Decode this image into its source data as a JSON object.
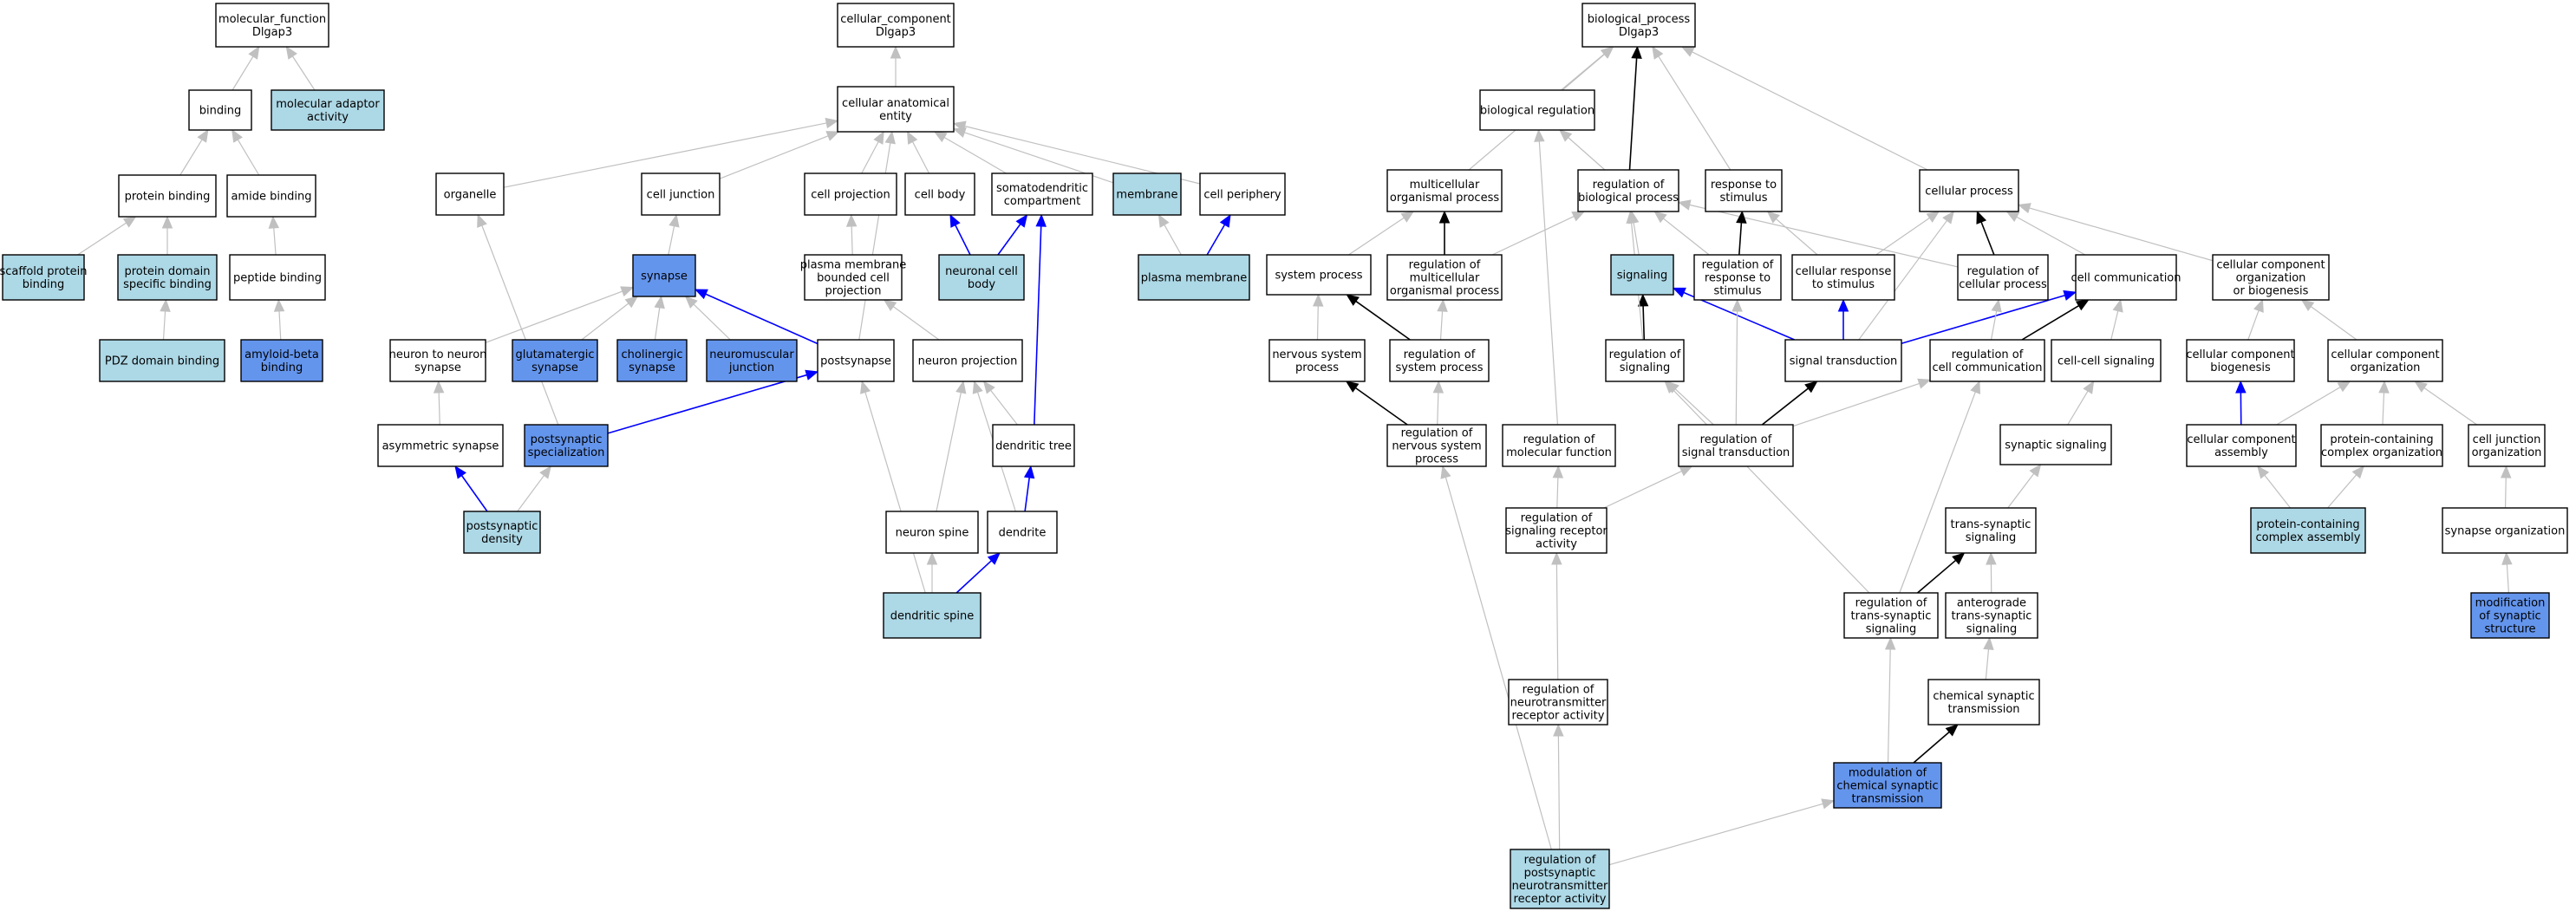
{
  "colors": {
    "plain": "#ffffff",
    "light": "#add8e6",
    "dark": "#6495ed",
    "edge_gray": "#c0c0c0",
    "edge_black": "#000000",
    "edge_blue": "#0000ff"
  },
  "nodes": [
    {
      "id": "mf",
      "lines": [
        "molecular_function",
        "Dlgap3"
      ],
      "fill": "plain"
    },
    {
      "id": "cc",
      "lines": [
        "cellular_component",
        "Dlgap3"
      ],
      "fill": "plain"
    },
    {
      "id": "bp",
      "lines": [
        "biological_process",
        "Dlgap3"
      ],
      "fill": "plain"
    },
    {
      "id": "binding",
      "lines": [
        "binding"
      ],
      "fill": "plain"
    },
    {
      "id": "molad",
      "lines": [
        "molecular adaptor",
        "activity"
      ],
      "fill": "light"
    },
    {
      "id": "protbind",
      "lines": [
        "protein binding"
      ],
      "fill": "plain"
    },
    {
      "id": "amidebind",
      "lines": [
        "amide binding"
      ],
      "fill": "plain"
    },
    {
      "id": "scaffold",
      "lines": [
        "scaffold protein",
        "binding"
      ],
      "fill": "light"
    },
    {
      "id": "pdsb",
      "lines": [
        "protein domain",
        "specific binding"
      ],
      "fill": "light"
    },
    {
      "id": "peptbind",
      "lines": [
        "peptide binding"
      ],
      "fill": "plain"
    },
    {
      "id": "pdz",
      "lines": [
        "PDZ domain binding"
      ],
      "fill": "light"
    },
    {
      "id": "amyloid",
      "lines": [
        "amyloid-beta",
        "binding"
      ],
      "fill": "dark"
    },
    {
      "id": "cae",
      "lines": [
        "cellular anatomical",
        "entity"
      ],
      "fill": "plain"
    },
    {
      "id": "organelle",
      "lines": [
        "organelle"
      ],
      "fill": "plain"
    },
    {
      "id": "celljunc",
      "lines": [
        "cell junction"
      ],
      "fill": "plain"
    },
    {
      "id": "cellproj",
      "lines": [
        "cell projection"
      ],
      "fill": "plain"
    },
    {
      "id": "cellbody",
      "lines": [
        "cell body"
      ],
      "fill": "plain"
    },
    {
      "id": "somato",
      "lines": [
        "somatodendritic",
        "compartment"
      ],
      "fill": "plain"
    },
    {
      "id": "membrane",
      "lines": [
        "membrane"
      ],
      "fill": "light"
    },
    {
      "id": "cellperiph",
      "lines": [
        "cell periphery"
      ],
      "fill": "plain"
    },
    {
      "id": "synapse",
      "lines": [
        "synapse"
      ],
      "fill": "dark"
    },
    {
      "id": "pmbcp",
      "lines": [
        "plasma membrane",
        "bounded cell",
        "projection"
      ],
      "fill": "plain"
    },
    {
      "id": "neurcellbody",
      "lines": [
        "neuronal cell",
        "body"
      ],
      "fill": "light"
    },
    {
      "id": "plasmamem",
      "lines": [
        "plasma membrane"
      ],
      "fill": "light"
    },
    {
      "id": "n2n",
      "lines": [
        "neuron to neuron",
        "synapse"
      ],
      "fill": "plain"
    },
    {
      "id": "glut",
      "lines": [
        "glutamatergic",
        "synapse"
      ],
      "fill": "dark"
    },
    {
      "id": "chol",
      "lines": [
        "cholinergic",
        "synapse"
      ],
      "fill": "dark"
    },
    {
      "id": "nmj",
      "lines": [
        "neuromuscular",
        "junction"
      ],
      "fill": "dark"
    },
    {
      "id": "postsyn",
      "lines": [
        "postsynapse"
      ],
      "fill": "plain"
    },
    {
      "id": "neurproj",
      "lines": [
        "neuron projection"
      ],
      "fill": "plain"
    },
    {
      "id": "asymsyn",
      "lines": [
        "asymmetric synapse"
      ],
      "fill": "plain"
    },
    {
      "id": "psspec",
      "lines": [
        "postsynaptic",
        "specialization"
      ],
      "fill": "dark"
    },
    {
      "id": "dendtree",
      "lines": [
        "dendritic tree"
      ],
      "fill": "plain"
    },
    {
      "id": "psd",
      "lines": [
        "postsynaptic",
        "density"
      ],
      "fill": "light"
    },
    {
      "id": "neurspine",
      "lines": [
        "neuron spine"
      ],
      "fill": "plain"
    },
    {
      "id": "dendrite",
      "lines": [
        "dendrite"
      ],
      "fill": "plain"
    },
    {
      "id": "dendspine",
      "lines": [
        "dendritic spine"
      ],
      "fill": "light"
    },
    {
      "id": "bioreg",
      "lines": [
        "biological regulation"
      ],
      "fill": "plain"
    },
    {
      "id": "multiorg",
      "lines": [
        "multicellular",
        "organismal process"
      ],
      "fill": "plain"
    },
    {
      "id": "regbp",
      "lines": [
        "regulation of",
        "biological process"
      ],
      "fill": "plain"
    },
    {
      "id": "respstim",
      "lines": [
        "response to",
        "stimulus"
      ],
      "fill": "plain"
    },
    {
      "id": "cellproc",
      "lines": [
        "cellular process"
      ],
      "fill": "plain"
    },
    {
      "id": "sysproc",
      "lines": [
        "system process"
      ],
      "fill": "plain"
    },
    {
      "id": "regmop",
      "lines": [
        "regulation of",
        "multicellular",
        "organismal process"
      ],
      "fill": "plain"
    },
    {
      "id": "signaling",
      "lines": [
        "signaling"
      ],
      "fill": "light"
    },
    {
      "id": "regrs",
      "lines": [
        "regulation of",
        "response to",
        "stimulus"
      ],
      "fill": "plain"
    },
    {
      "id": "cellresp",
      "lines": [
        "cellular response",
        "to stimulus"
      ],
      "fill": "plain"
    },
    {
      "id": "regcp",
      "lines": [
        "regulation of",
        "cellular process"
      ],
      "fill": "plain"
    },
    {
      "id": "cellcomm",
      "lines": [
        "cell communication"
      ],
      "fill": "plain"
    },
    {
      "id": "ccob",
      "lines": [
        "cellular component",
        "organization",
        "or biogenesis"
      ],
      "fill": "plain"
    },
    {
      "id": "nsp",
      "lines": [
        "nervous system",
        "process"
      ],
      "fill": "plain"
    },
    {
      "id": "regsp",
      "lines": [
        "regulation of",
        "system process"
      ],
      "fill": "plain"
    },
    {
      "id": "regsig",
      "lines": [
        "regulation of",
        "signaling"
      ],
      "fill": "plain"
    },
    {
      "id": "sigtrans",
      "lines": [
        "signal transduction"
      ],
      "fill": "plain"
    },
    {
      "id": "regcc",
      "lines": [
        "regulation of",
        "cell communication"
      ],
      "fill": "plain"
    },
    {
      "id": "ccsig",
      "lines": [
        "cell-cell signaling"
      ],
      "fill": "plain"
    },
    {
      "id": "ccbiog",
      "lines": [
        "cellular component",
        "biogenesis"
      ],
      "fill": "plain"
    },
    {
      "id": "ccorg",
      "lines": [
        "cellular component",
        "organization"
      ],
      "fill": "plain"
    },
    {
      "id": "regnsp",
      "lines": [
        "regulation of",
        "nervous system",
        "process"
      ],
      "fill": "plain"
    },
    {
      "id": "regmf",
      "lines": [
        "regulation of",
        "molecular function"
      ],
      "fill": "plain"
    },
    {
      "id": "regst",
      "lines": [
        "regulation of",
        "signal transduction"
      ],
      "fill": "plain"
    },
    {
      "id": "synsig",
      "lines": [
        "synaptic signaling"
      ],
      "fill": "plain"
    },
    {
      "id": "ccassem",
      "lines": [
        "cellular component",
        "assembly"
      ],
      "fill": "plain"
    },
    {
      "id": "pcco",
      "lines": [
        "protein-containing",
        "complex organization"
      ],
      "fill": "plain"
    },
    {
      "id": "cjo",
      "lines": [
        "cell junction",
        "organization"
      ],
      "fill": "plain"
    },
    {
      "id": "regsra",
      "lines": [
        "regulation of",
        "signaling receptor",
        "activity"
      ],
      "fill": "plain"
    },
    {
      "id": "transsyn",
      "lines": [
        "trans-synaptic",
        "signaling"
      ],
      "fill": "plain"
    },
    {
      "id": "pcca",
      "lines": [
        "protein-containing",
        "complex assembly"
      ],
      "fill": "light"
    },
    {
      "id": "synorg",
      "lines": [
        "synapse organization"
      ],
      "fill": "plain"
    },
    {
      "id": "regtss",
      "lines": [
        "regulation of",
        "trans-synaptic",
        "signaling"
      ],
      "fill": "plain"
    },
    {
      "id": "antero",
      "lines": [
        "anterograde",
        "trans-synaptic",
        "signaling"
      ],
      "fill": "plain"
    },
    {
      "id": "modsyn",
      "lines": [
        "modification",
        "of synaptic",
        "structure"
      ],
      "fill": "dark"
    },
    {
      "id": "regnra",
      "lines": [
        "regulation of",
        "neurotransmitter",
        "receptor activity"
      ],
      "fill": "plain"
    },
    {
      "id": "chemsyn",
      "lines": [
        "chemical synaptic",
        "transmission"
      ],
      "fill": "plain"
    },
    {
      "id": "modchem",
      "lines": [
        "modulation of",
        "chemical synaptic",
        "transmission"
      ],
      "fill": "dark"
    },
    {
      "id": "regpnra",
      "lines": [
        "regulation of",
        "postsynaptic",
        "neurotransmitter",
        "receptor activity"
      ],
      "fill": "light"
    }
  ],
  "edges": [
    [
      "binding",
      "mf",
      "gray"
    ],
    [
      "molad",
      "mf",
      "gray"
    ],
    [
      "protbind",
      "binding",
      "gray"
    ],
    [
      "amidebind",
      "binding",
      "gray"
    ],
    [
      "scaffold",
      "protbind",
      "gray"
    ],
    [
      "pdsb",
      "protbind",
      "gray"
    ],
    [
      "peptbind",
      "amidebind",
      "gray"
    ],
    [
      "pdz",
      "pdsb",
      "gray"
    ],
    [
      "amyloid",
      "peptbind",
      "gray"
    ],
    [
      "cae",
      "cc",
      "gray"
    ],
    [
      "organelle",
      "cae",
      "gray"
    ],
    [
      "celljunc",
      "cae",
      "gray"
    ],
    [
      "postsyn",
      "cae",
      "gray"
    ],
    [
      "cellproj",
      "cae",
      "gray"
    ],
    [
      "cellbody",
      "cae",
      "gray"
    ],
    [
      "somato",
      "cae",
      "gray"
    ],
    [
      "membrane",
      "cae",
      "gray"
    ],
    [
      "cellperiph",
      "cae",
      "gray"
    ],
    [
      "synapse",
      "celljunc",
      "gray"
    ],
    [
      "pmbcp",
      "cellproj",
      "gray"
    ],
    [
      "neurcellbody",
      "cellbody",
      "blue"
    ],
    [
      "neurcellbody",
      "somato",
      "blue"
    ],
    [
      "plasmamem",
      "membrane",
      "gray"
    ],
    [
      "plasmamem",
      "cellperiph",
      "blue"
    ],
    [
      "n2n",
      "synapse",
      "gray"
    ],
    [
      "glut",
      "synapse",
      "gray"
    ],
    [
      "chol",
      "synapse",
      "gray"
    ],
    [
      "nmj",
      "synapse",
      "gray"
    ],
    [
      "postsyn",
      "synapse",
      "blue"
    ],
    [
      "neurproj",
      "pmbcp",
      "gray"
    ],
    [
      "asymsyn",
      "n2n",
      "gray"
    ],
    [
      "psspec",
      "organelle",
      "gray"
    ],
    [
      "psspec",
      "postsyn",
      "blue"
    ],
    [
      "dendtree",
      "neurproj",
      "gray"
    ],
    [
      "dendtree",
      "somato",
      "blue"
    ],
    [
      "psd",
      "asymsyn",
      "blue"
    ],
    [
      "psd",
      "psspec",
      "gray"
    ],
    [
      "neurspine",
      "neurproj",
      "gray"
    ],
    [
      "dendrite",
      "neurproj",
      "gray"
    ],
    [
      "dendrite",
      "dendtree",
      "blue"
    ],
    [
      "dendspine",
      "postsyn",
      "gray"
    ],
    [
      "dendspine",
      "neurspine",
      "gray"
    ],
    [
      "dendspine",
      "dendrite",
      "blue"
    ],
    [
      "bioreg",
      "bp",
      "gray"
    ],
    [
      "regbp",
      "bp",
      "black"
    ],
    [
      "respstim",
      "bp",
      "gray"
    ],
    [
      "cellproc",
      "bp",
      "gray"
    ],
    [
      "multiorg",
      "bp",
      "gray"
    ],
    [
      "regbp",
      "bioreg",
      "gray"
    ],
    [
      "sysproc",
      "multiorg",
      "gray"
    ],
    [
      "regmop",
      "multiorg",
      "black"
    ],
    [
      "regmop",
      "regbp",
      "gray"
    ],
    [
      "signaling",
      "regbp",
      "gray"
    ],
    [
      "regrs",
      "regbp",
      "gray"
    ],
    [
      "regcp",
      "regbp",
      "gray"
    ],
    [
      "regrs",
      "respstim",
      "black"
    ],
    [
      "cellresp",
      "respstim",
      "gray"
    ],
    [
      "cellresp",
      "cellproc",
      "gray"
    ],
    [
      "regcp",
      "cellproc",
      "black"
    ],
    [
      "cellcomm",
      "cellproc",
      "gray"
    ],
    [
      "ccob",
      "cellproc",
      "gray"
    ],
    [
      "nsp",
      "sysproc",
      "gray"
    ],
    [
      "regsp",
      "sysproc",
      "black"
    ],
    [
      "regsp",
      "regmop",
      "gray"
    ],
    [
      "regsig",
      "signaling",
      "black"
    ],
    [
      "regsig",
      "regbp",
      "gray"
    ],
    [
      "sigtrans",
      "signaling",
      "blue"
    ],
    [
      "sigtrans",
      "cellresp",
      "blue"
    ],
    [
      "sigtrans",
      "cellcomm",
      "blue"
    ],
    [
      "sigtrans",
      "cellproc",
      "gray"
    ],
    [
      "regcc",
      "cellcomm",
      "black"
    ],
    [
      "regcc",
      "regcp",
      "gray"
    ],
    [
      "ccsig",
      "cellcomm",
      "gray"
    ],
    [
      "ccbiog",
      "ccob",
      "gray"
    ],
    [
      "ccorg",
      "ccob",
      "gray"
    ],
    [
      "regnsp",
      "nsp",
      "black"
    ],
    [
      "regnsp",
      "regsp",
      "gray"
    ],
    [
      "regmf",
      "bioreg",
      "gray"
    ],
    [
      "regst",
      "sigtrans",
      "black"
    ],
    [
      "regst",
      "regsig",
      "gray"
    ],
    [
      "regst",
      "regcc",
      "gray"
    ],
    [
      "regst",
      "regrs",
      "gray"
    ],
    [
      "synsig",
      "ccsig",
      "gray"
    ],
    [
      "ccassem",
      "ccbiog",
      "blue"
    ],
    [
      "ccassem",
      "ccorg",
      "gray"
    ],
    [
      "pcco",
      "ccorg",
      "gray"
    ],
    [
      "cjo",
      "ccorg",
      "gray"
    ],
    [
      "regsra",
      "regmf",
      "gray"
    ],
    [
      "regsra",
      "regst",
      "gray"
    ],
    [
      "transsyn",
      "synsig",
      "gray"
    ],
    [
      "pcca",
      "ccassem",
      "gray"
    ],
    [
      "pcca",
      "pcco",
      "gray"
    ],
    [
      "synorg",
      "cjo",
      "gray"
    ],
    [
      "regtss",
      "transsyn",
      "black"
    ],
    [
      "regtss",
      "regsig",
      "gray"
    ],
    [
      "regtss",
      "regcc",
      "gray"
    ],
    [
      "antero",
      "transsyn",
      "gray"
    ],
    [
      "modsyn",
      "synorg",
      "gray"
    ],
    [
      "regnra",
      "regsra",
      "gray"
    ],
    [
      "chemsyn",
      "antero",
      "gray"
    ],
    [
      "modchem",
      "chemsyn",
      "black"
    ],
    [
      "modchem",
      "regtss",
      "gray"
    ],
    [
      "regpnra",
      "regnra",
      "gray"
    ],
    [
      "regpnra",
      "modchem",
      "gray"
    ],
    [
      "regpnra",
      "regnsp",
      "gray"
    ]
  ]
}
